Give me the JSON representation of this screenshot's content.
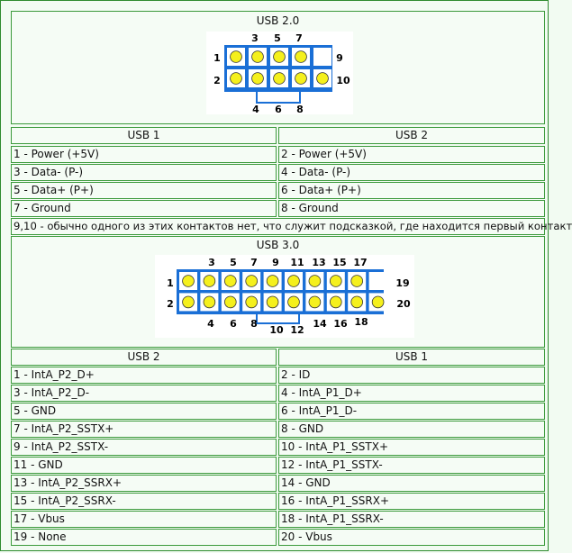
{
  "usb2": {
    "title": "USB 2.0",
    "pin_numbers_top": [
      "3",
      "5",
      "7"
    ],
    "pin_numbers_bottom": [
      "4",
      "6",
      "8"
    ],
    "pin_label_row1_left": "1",
    "pin_label_row2_left": "2",
    "pin_label_row1_right": "9",
    "pin_label_row2_right": "10",
    "col_left_header": "USB 1",
    "col_right_header": "USB 2",
    "rows": [
      [
        "1 - Power (+5V)",
        "2 - Power (+5V)"
      ],
      [
        "3 - Data- (P-)",
        "4 - Data- (P-)"
      ],
      [
        "5 - Data+ (P+)",
        "6 - Data+ (P+)"
      ],
      [
        "7 - Ground",
        "8 - Ground"
      ]
    ],
    "note": "9,10 - обычно одного из этих контактов нет, что служит подсказкой, где находится первый контакт"
  },
  "usb3": {
    "title": "USB 3.0",
    "pin_numbers_top": [
      "3",
      "5",
      "7",
      "9",
      "11",
      "13",
      "15",
      "17"
    ],
    "pin_numbers_bottom_left": [
      "4",
      "6",
      "8"
    ],
    "pin_numbers_bottom_right": [
      "14",
      "16",
      "18"
    ],
    "pin_numbers_bracket": [
      "10",
      "12"
    ],
    "pin_label_row1_left": "1",
    "pin_label_row2_left": "2",
    "pin_label_row1_right": "19",
    "pin_label_row2_right": "20",
    "col_left_header": "USB 2",
    "col_right_header": "USB 1",
    "rows": [
      [
        "1 - IntA_P2_D+",
        "2 - ID"
      ],
      [
        "3 - IntA_P2_D-",
        "4 - IntA_P1_D+"
      ],
      [
        "5 - GND",
        "6 - IntA_P1_D-"
      ],
      [
        "7 - IntA_P2_SSTX+",
        "8 - GND"
      ],
      [
        "9 - IntA_P2_SSTX-",
        "10 - IntA_P1_SSTX+"
      ],
      [
        "11 - GND",
        "12 - IntA_P1_SSTX-"
      ],
      [
        "13 - IntA_P2_SSRX+",
        "14 - GND"
      ],
      [
        "15 - IntA_P2_SSRX-",
        "16 - IntA_P1_SSRX+"
      ],
      [
        "17 - Vbus",
        "18 - IntA_P1_SSRX-"
      ],
      [
        "19 - None",
        "20 - Vbus"
      ]
    ]
  },
  "colors": {
    "border": "#3c9a3c",
    "connector_blue": "#1a6fd6",
    "pin_yellow": "#f5f01c"
  }
}
